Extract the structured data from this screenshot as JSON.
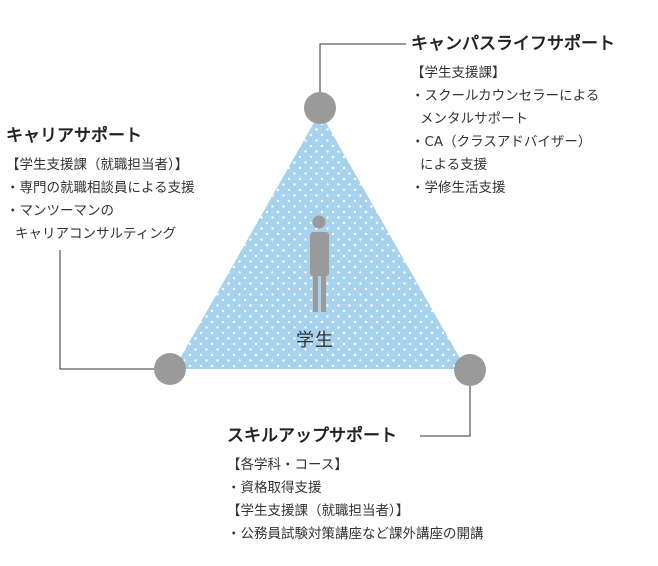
{
  "colors": {
    "triangle_fill": "#a6d2ee",
    "dot": "#ffffff",
    "node": "#9a9a9a",
    "figure": "#9a9a9a",
    "connector": "#333333",
    "text": "#333333"
  },
  "center": {
    "label": "学生"
  },
  "campus_support": {
    "title": "キャンパスライフサポート",
    "lines": [
      "【学生支援課】",
      "・スクールカウンセラーによる",
      "メンタルサポート",
      "・CA（クラスアドバイザー）",
      "による支援",
      "・学修生活支援"
    ]
  },
  "career_support": {
    "title": "キャリアサポート",
    "lines": [
      "【学生支援課（就職担当者）】",
      "・専門の就職相談員による支援",
      "・マンツーマンの",
      "キャリアコンサルティング"
    ]
  },
  "skill_support": {
    "title": "スキルアップサポート",
    "lines": [
      "【各学科・コース】",
      "・資格取得支援",
      "【学生支援課（就職担当者）】",
      "・公務員試験対策講座など課外講座の開講"
    ]
  }
}
